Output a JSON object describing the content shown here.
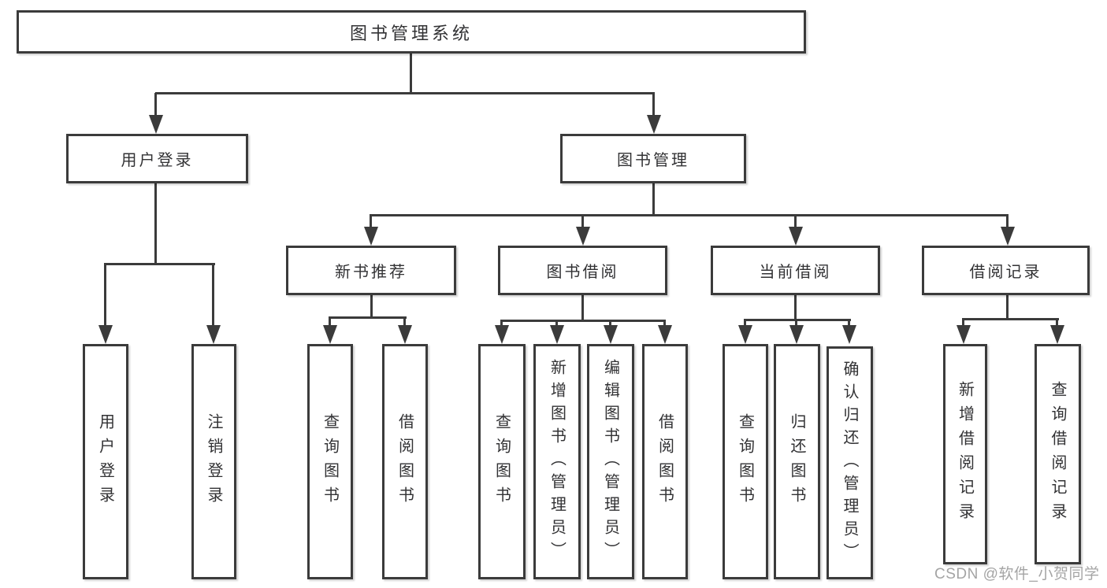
{
  "diagram": {
    "type": "hierarchy-tree",
    "root": {
      "label": "图书管理系统"
    },
    "branches": [
      {
        "label": "用户登录",
        "leaves": [
          {
            "label": "用户登录"
          },
          {
            "label": "注销登录"
          }
        ]
      },
      {
        "label": "图书管理",
        "groups": [
          {
            "label": "新书推荐",
            "leaves": [
              {
                "label": "查询图书"
              },
              {
                "label": "借阅图书"
              }
            ]
          },
          {
            "label": "图书借阅",
            "leaves": [
              {
                "label": "查询图书"
              },
              {
                "label": "新增图书（管理员）"
              },
              {
                "label": "编辑图书（管理员）"
              },
              {
                "label": "借阅图书"
              }
            ]
          },
          {
            "label": "当前借阅",
            "leaves": [
              {
                "label": "查询图书"
              },
              {
                "label": "归还图书"
              },
              {
                "label": "确认归还（管理员）"
              }
            ]
          },
          {
            "label": "借阅记录",
            "leaves": [
              {
                "label": "新增借阅记录"
              },
              {
                "label": "查询借阅记录"
              }
            ]
          }
        ]
      }
    ]
  },
  "watermark": {
    "text": "CSDN @软件_小贺同学"
  },
  "colors": {
    "line": "#3b3b3b",
    "text": "#323234",
    "background": "#ffffff",
    "watermark": "#9a9a9a"
  }
}
